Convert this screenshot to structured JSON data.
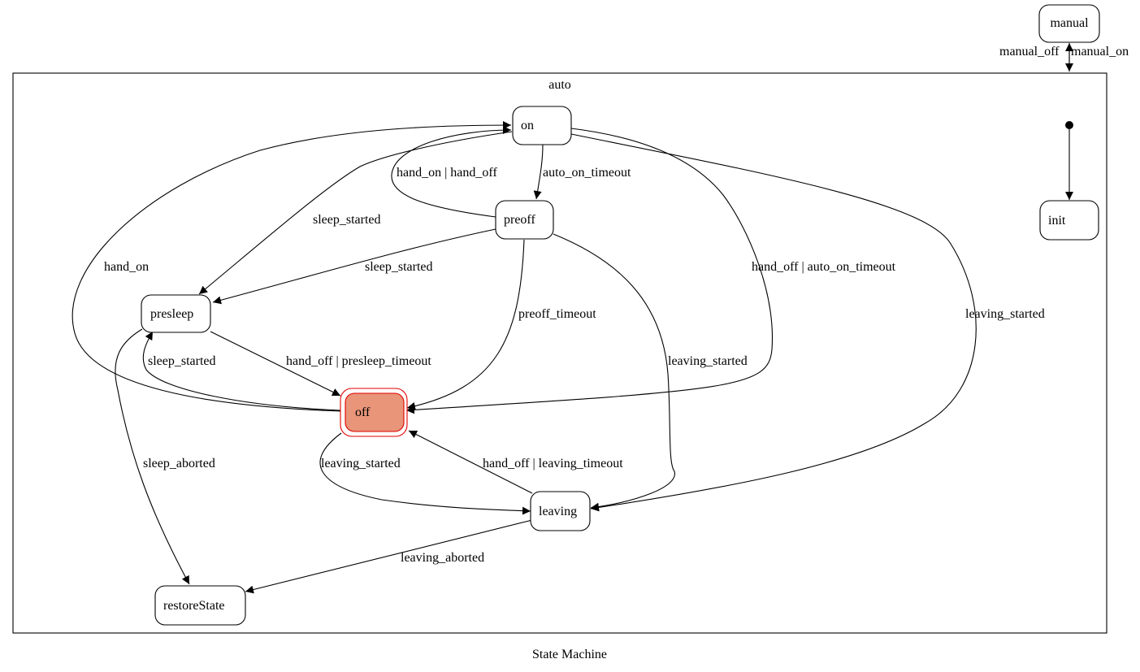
{
  "diagram": {
    "caption": "State Machine",
    "cluster_label": "auto",
    "colors": {
      "active_fill": "#e8957a",
      "active_stroke": "#e00000",
      "line": "#000000",
      "background": "#ffffff"
    },
    "states": {
      "manual": "manual",
      "on": "on",
      "preoff": "preoff",
      "presleep": "presleep",
      "off": "off",
      "leaving": "leaving",
      "restoreState": "restoreState",
      "init": "init"
    },
    "active_state": "off",
    "transitions": {
      "manual_off": "manual_off",
      "manual_on": "manual_on",
      "on_preoff": "auto_on_timeout",
      "preoff_on": "hand_on | hand_off",
      "on_presleep": "sleep_started",
      "off_on": "hand_on",
      "on_off": "hand_off | auto_on_timeout",
      "on_leaving": "leaving_started",
      "preoff_presleep": "sleep_started",
      "preoff_off": "preoff_timeout",
      "preoff_leaving": "leaving_started",
      "presleep_off": "hand_off | presleep_timeout",
      "off_presleep": "sleep_started",
      "presleep_restore": "sleep_aborted",
      "off_leaving": "leaving_started",
      "leaving_off": "hand_off | leaving_timeout",
      "leaving_restore": "leaving_aborted"
    }
  }
}
